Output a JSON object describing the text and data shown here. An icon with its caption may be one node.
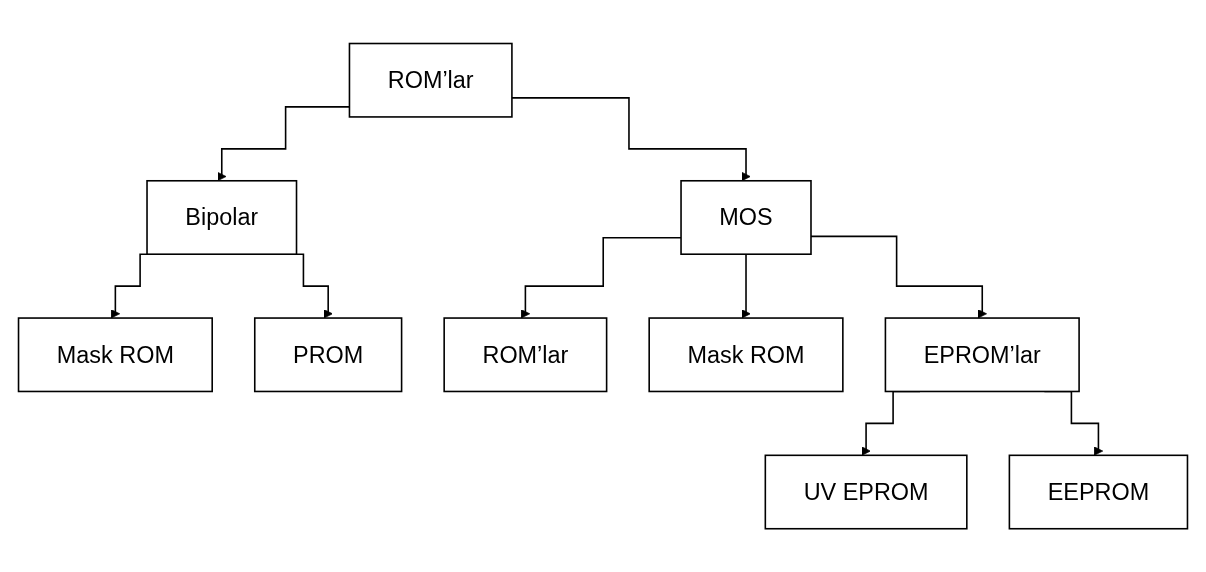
{
  "diagram": {
    "nodes": [
      {
        "text": [
          "ROM’lar"
        ]
      },
      {
        "text": [
          "Bipolar"
        ]
      },
      {
        "text": [
          "MOS"
        ]
      },
      {
        "text": [
          "Mask ROM"
        ]
      },
      {
        "text": [
          "PROM"
        ]
      },
      {
        "text": [
          "ROM’lar"
        ]
      },
      {
        "text": [
          "Mask ROM"
        ]
      },
      {
        "text": [
          "EPROM’lar"
        ]
      },
      {
        "text": [
          "UV EPROM"
        ]
      },
      {
        "text": [
          "EEPROM"
        ]
      }
    ],
    "edges": [
      {
        "from": 0,
        "to": 1,
        "arrow": "to"
      },
      {
        "from": 0,
        "to": 2,
        "arrow": "to"
      },
      {
        "from": 1,
        "to": 3,
        "arrow": "to"
      },
      {
        "from": 1,
        "to": 4,
        "arrow": "to"
      },
      {
        "from": 2,
        "to": 5,
        "arrow": "to"
      },
      {
        "from": 2,
        "to": 6,
        "arrow": "to"
      },
      {
        "from": 2,
        "to": 7,
        "arrow": "to"
      },
      {
        "from": 7,
        "to": 8,
        "arrow": "to"
      },
      {
        "from": 7,
        "to": 9,
        "arrow": "to"
      }
    ]
  }
}
